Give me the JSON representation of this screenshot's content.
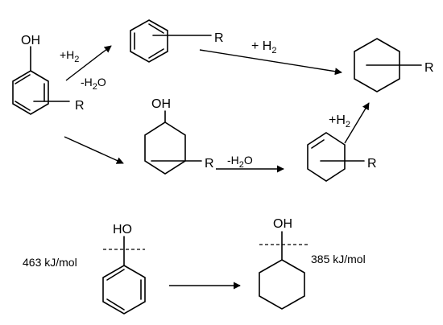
{
  "substituents": {
    "oh": "OH",
    "ho": "HO",
    "r": "R"
  },
  "conditions": {
    "h2_plus_prefix": "+H",
    "h2_spaced_prefix": "+ H",
    "h2_sub": "2",
    "minus_prefix": "-H",
    "minus_sub": "2",
    "minus_suffix": "O"
  },
  "energies": {
    "phenol_bde": "463 kJ/mol",
    "cyclohexanol_bde": "385 kJ/mol"
  }
}
